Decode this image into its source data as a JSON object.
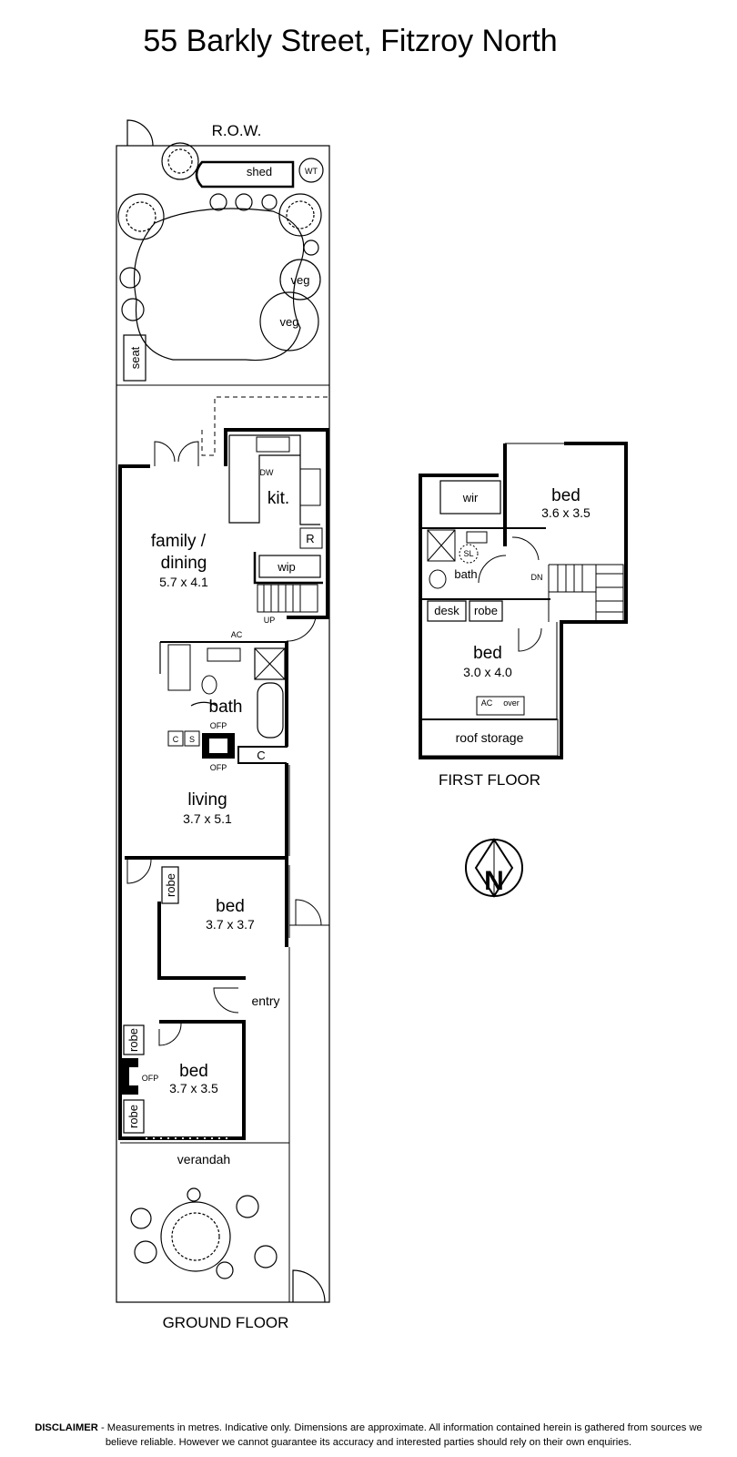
{
  "title": "55 Barkly Street, Fitzroy North",
  "labels": {
    "row": "R.O.W.",
    "shed": "shed",
    "wt": "WT",
    "veg1": "veg",
    "veg2": "veg",
    "seat": "seat",
    "kit": "kit.",
    "dw": "DW",
    "r": "R",
    "wip": "wip",
    "up": "UP",
    "family": "family /",
    "dining": "dining",
    "family_dim": "5.7 x 4.1",
    "ac1": "AC",
    "bath1": "bath",
    "c1": "C",
    "s1": "S",
    "ofp1": "OFP",
    "ofp2": "OFP",
    "c2": "C",
    "living": "living",
    "living_dim": "3.7 x 5.1",
    "robe1": "robe",
    "bed1": "bed",
    "bed1_dim": "3.7 x 3.7",
    "entry": "entry",
    "robe2": "robe",
    "ofp3": "OFP",
    "bed2": "bed",
    "bed2_dim": "3.7 x 3.5",
    "robe3": "robe",
    "verandah": "verandah",
    "ground_floor": "GROUND FLOOR",
    "wir": "wir",
    "bed3": "bed",
    "bed3_dim": "3.6 x 3.5",
    "sl": "SL",
    "bath2": "bath",
    "dn": "DN",
    "desk": "desk",
    "robe4": "robe",
    "bed4": "bed",
    "bed4_dim": "3.0 x 4.0",
    "ac2": "AC",
    "over": "over",
    "roof_storage": "roof storage",
    "first_floor": "FIRST FLOOR",
    "north": "N"
  },
  "disclaimer": {
    "heading": "DISCLAIMER",
    "text": " - Measurements in metres. Indicative only. Dimensions are approximate. All information contained herein is gathered from sources we believe reliable. However we cannot guarantee its accuracy and interested parties should rely on their own enquiries."
  }
}
